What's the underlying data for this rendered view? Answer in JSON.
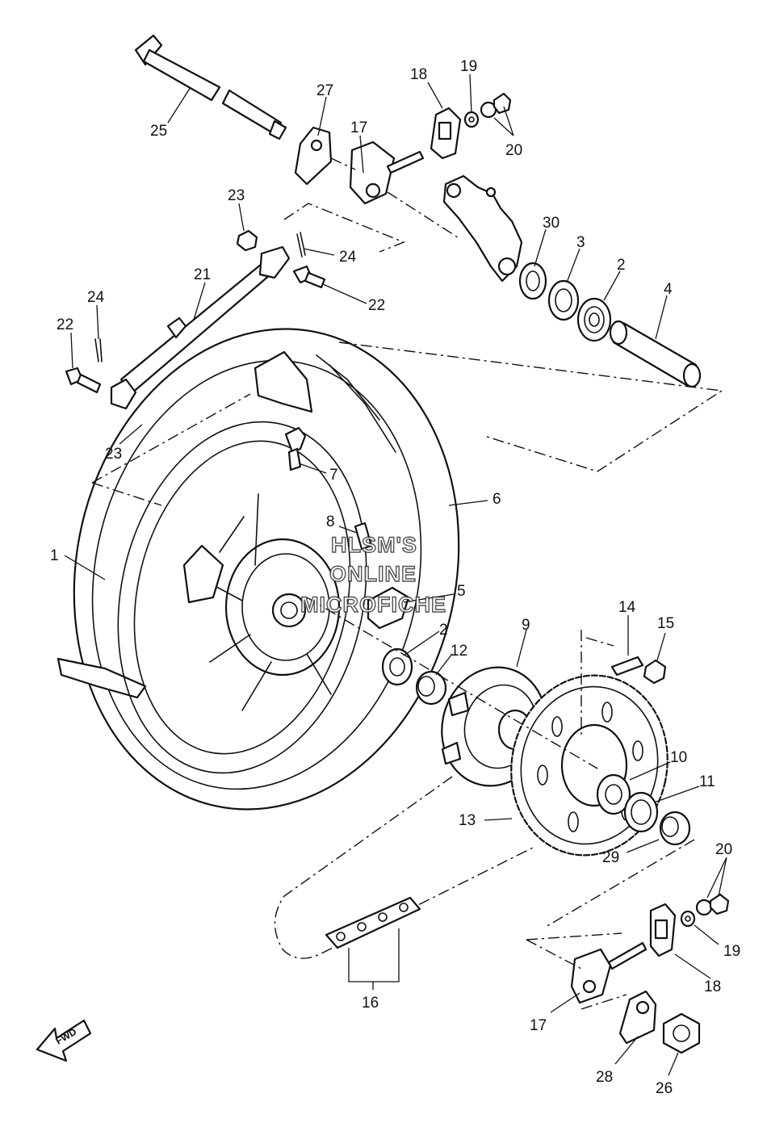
{
  "watermark": {
    "line1": "HLSM'S",
    "line2": "ONLINE",
    "line3": "MICROFICHE"
  },
  "direction_arrow": {
    "label": "FWD"
  },
  "part_labels": {
    "p25": "25",
    "p27": "27",
    "p17a": "17",
    "p18a": "18",
    "p19a": "19",
    "p20a": "20",
    "p23a": "23",
    "p24a": "24",
    "p30": "30",
    "p3": "3",
    "p2a": "2",
    "p4": "4",
    "p21": "21",
    "p22a": "22",
    "p24b": "24",
    "p22b": "22",
    "p23b": "23",
    "p7": "7",
    "p6": "6",
    "p8": "8",
    "p1": "1",
    "p5": "5",
    "p2b": "2",
    "p9": "9",
    "p12": "12",
    "p14": "14",
    "p15": "15",
    "p10": "10",
    "p11": "11",
    "p13": "13",
    "p29": "29",
    "p20b": "20",
    "p19b": "19",
    "p18b": "18",
    "p16": "16",
    "p17b": "17",
    "p28": "28",
    "p26": "26"
  }
}
